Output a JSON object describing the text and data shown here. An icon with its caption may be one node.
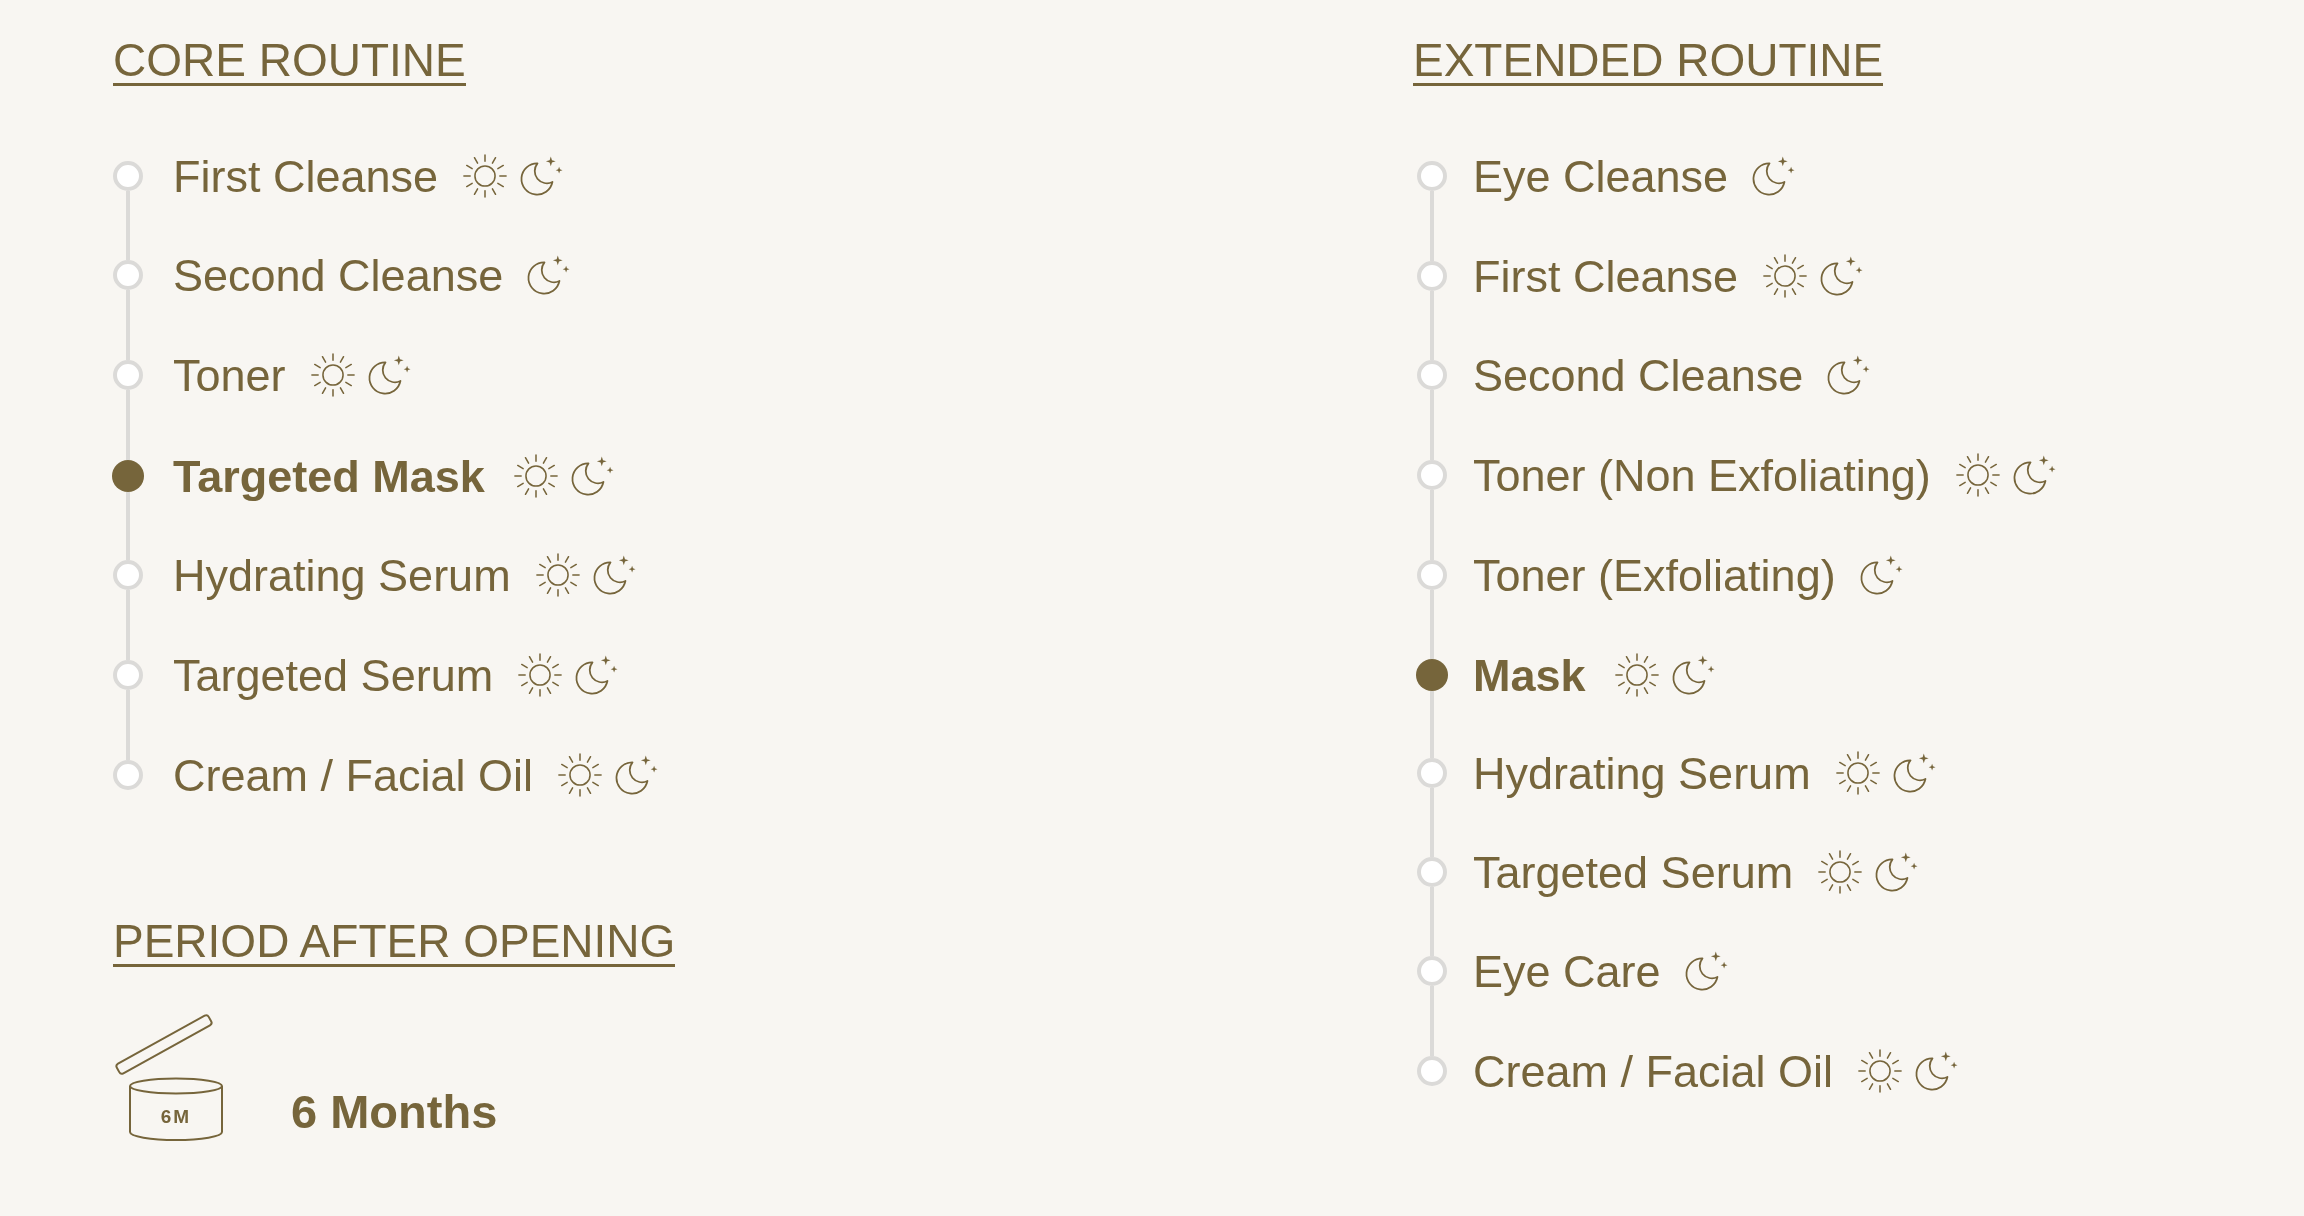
{
  "diagram": {
    "nodes": [
      {
        "text": [],
        "shape": "circle",
        "beside": [
          "First Cleanse"
        ]
      },
      {
        "text": [],
        "shape": "circle",
        "beside": [
          "Second Cleanse"
        ]
      },
      {
        "text": [],
        "shape": "circle",
        "beside": [
          "Toner"
        ]
      },
      {
        "text": [],
        "shape": "circle",
        "beside": [
          "Targeted Mask"
        ]
      },
      {
        "text": [],
        "shape": "circle",
        "beside": [
          "Hydrating Serum"
        ]
      },
      {
        "text": [],
        "shape": "circle",
        "beside": [
          "Targeted Serum"
        ]
      },
      {
        "text": [],
        "shape": "circle",
        "beside": [
          "Cream / Facial Oil"
        ]
      },
      {
        "text": [],
        "shape": "circle",
        "beside": [
          "Eye Cleanse"
        ]
      },
      {
        "text": [],
        "shape": "circle",
        "beside": [
          "First Cleanse"
        ]
      },
      {
        "text": [],
        "shape": "circle",
        "beside": [
          "Second Cleanse"
        ]
      },
      {
        "text": [],
        "shape": "circle",
        "beside": [
          "Toner (Non Exfoliating)"
        ]
      },
      {
        "text": [],
        "shape": "circle",
        "beside": [
          "Toner (Exfoliating)"
        ]
      },
      {
        "text": [],
        "shape": "circle",
        "beside": [
          "Mask"
        ]
      },
      {
        "text": [],
        "shape": "circle",
        "beside": [
          "Hydrating Serum"
        ]
      },
      {
        "text": [],
        "shape": "circle",
        "beside": [
          "Targeted Serum"
        ]
      },
      {
        "text": [],
        "shape": "circle",
        "beside": [
          "Eye Care"
        ]
      },
      {
        "text": [],
        "shape": "circle",
        "beside": [
          "Cream / Facial Oil"
        ]
      }
    ],
    "edges": [
      {
        "from": 0,
        "to": 1,
        "arrow": "none"
      },
      {
        "from": 1,
        "to": 2,
        "arrow": "none"
      },
      {
        "from": 2,
        "to": 3,
        "arrow": "none"
      },
      {
        "from": 3,
        "to": 4,
        "arrow": "none"
      },
      {
        "from": 4,
        "to": 5,
        "arrow": "none"
      },
      {
        "from": 5,
        "to": 6,
        "arrow": "none"
      },
      {
        "from": 7,
        "to": 8,
        "arrow": "none"
      },
      {
        "from": 8,
        "to": 9,
        "arrow": "none"
      },
      {
        "from": 9,
        "to": 10,
        "arrow": "none"
      },
      {
        "from": 10,
        "to": 11,
        "arrow": "none"
      },
      {
        "from": 11,
        "to": 12,
        "arrow": "none"
      },
      {
        "from": 12,
        "to": 13,
        "arrow": "none"
      },
      {
        "from": 13,
        "to": 14,
        "arrow": "none"
      },
      {
        "from": 14,
        "to": 15,
        "arrow": "none"
      },
      {
        "from": 15,
        "to": 16,
        "arrow": "none"
      }
    ],
    "labels": [
      "CORE ROUTINE",
      "EXTENDED ROUTINE",
      "PERIOD AFTER OPENING",
      "6M",
      "6 Months"
    ]
  }
}
